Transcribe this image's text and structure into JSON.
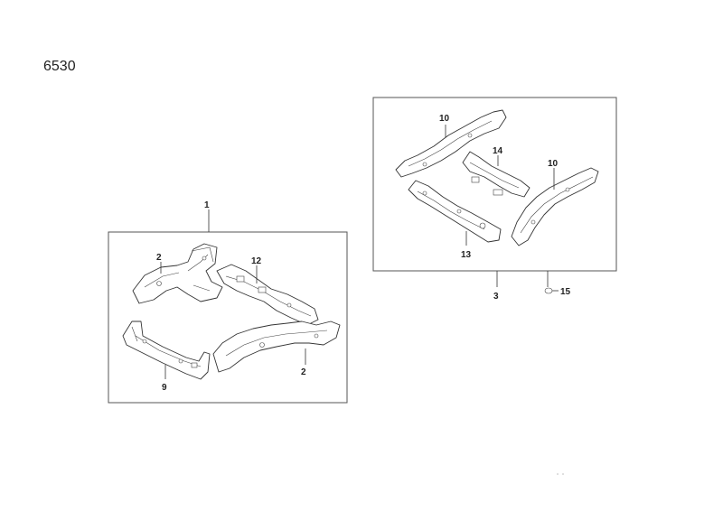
{
  "page_code": "6530",
  "callouts": {
    "assembly_1": "1",
    "rail_front_left": "2",
    "rail_front_right": "2",
    "panel_12": "12",
    "crossmember_9": "9",
    "assembly_3": "3",
    "rail_rear_left": "10",
    "rail_rear_right": "10",
    "crossmember_14": "14",
    "bracket_13": "13",
    "nut_15": "15"
  }
}
